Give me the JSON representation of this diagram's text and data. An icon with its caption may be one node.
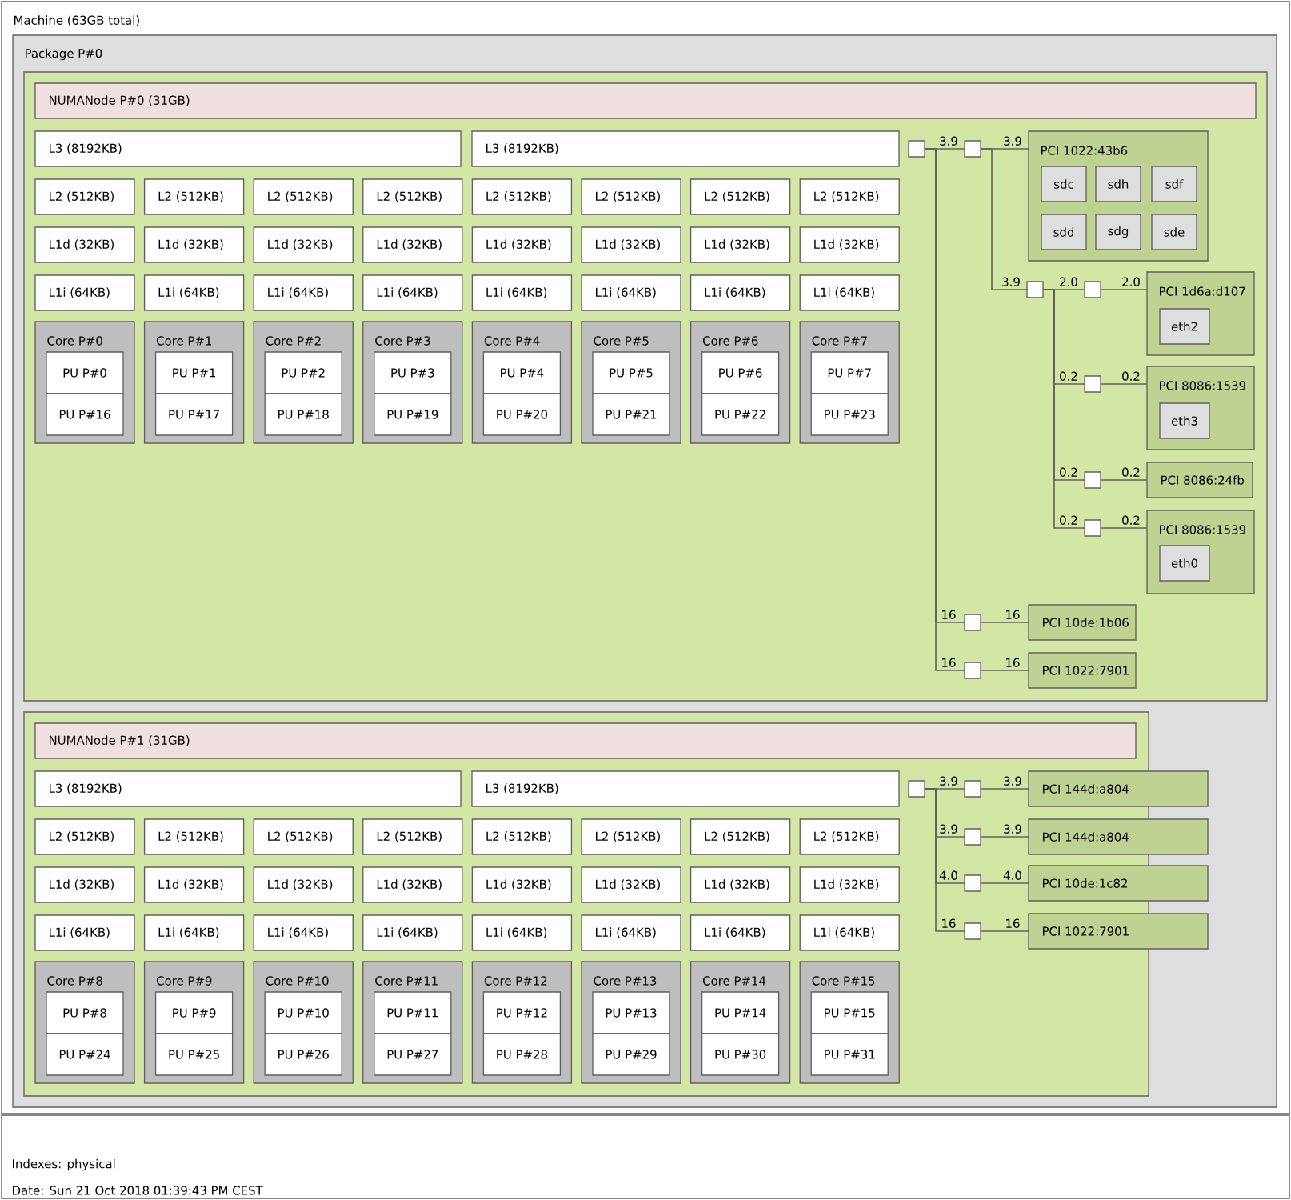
{
  "diagram": {
    "nodes": [
      {
        "text": [
          "Machine (63GB total)"
        ]
      },
      {
        "text": [
          "Package P#0"
        ],
        "in": 0
      },
      {
        "text": [],
        "shape": "box",
        "in": 1
      },
      {
        "text": [
          "NUMANode P#0 (31GB)"
        ],
        "in": 2
      },
      {
        "text": [
          "L3 (8192KB)"
        ],
        "in": 2
      },
      {
        "text": [
          "L3 (8192KB)"
        ],
        "in": 2
      },
      {
        "text": [
          "L2 (512KB)"
        ],
        "in": 2
      },
      {
        "text": [
          "L2 (512KB)"
        ],
        "in": 2
      },
      {
        "text": [
          "L2 (512KB)"
        ],
        "in": 2
      },
      {
        "text": [
          "L2 (512KB)"
        ],
        "in": 2
      },
      {
        "text": [
          "L2 (512KB)"
        ],
        "in": 2
      },
      {
        "text": [
          "L2 (512KB)"
        ],
        "in": 2
      },
      {
        "text": [
          "L2 (512KB)"
        ],
        "in": 2
      },
      {
        "text": [
          "L2 (512KB)"
        ],
        "in": 2
      },
      {
        "text": [
          "L1d (32KB)"
        ],
        "in": 2
      },
      {
        "text": [
          "L1d (32KB)"
        ],
        "in": 2
      },
      {
        "text": [
          "L1d (32KB)"
        ],
        "in": 2
      },
      {
        "text": [
          "L1d (32KB)"
        ],
        "in": 2
      },
      {
        "text": [
          "L1d (32KB)"
        ],
        "in": 2
      },
      {
        "text": [
          "L1d (32KB)"
        ],
        "in": 2
      },
      {
        "text": [
          "L1d (32KB)"
        ],
        "in": 2
      },
      {
        "text": [
          "L1d (32KB)"
        ],
        "in": 2
      },
      {
        "text": [
          "L1i (64KB)"
        ],
        "in": 2
      },
      {
        "text": [
          "L1i (64KB)"
        ],
        "in": 2
      },
      {
        "text": [
          "L1i (64KB)"
        ],
        "in": 2
      },
      {
        "text": [
          "L1i (64KB)"
        ],
        "in": 2
      },
      {
        "text": [
          "L1i (64KB)"
        ],
        "in": 2
      },
      {
        "text": [
          "L1i (64KB)"
        ],
        "in": 2
      },
      {
        "text": [
          "L1i (64KB)"
        ],
        "in": 2
      },
      {
        "text": [
          "L1i (64KB)"
        ],
        "in": 2
      },
      {
        "text": [
          "Core P#0"
        ],
        "in": 2
      },
      {
        "text": [
          "PU P#0"
        ],
        "in": 30
      },
      {
        "text": [
          "PU P#16"
        ],
        "in": 30
      },
      {
        "text": [
          "Core P#1"
        ],
        "in": 2
      },
      {
        "text": [
          "PU P#1"
        ],
        "in": 33
      },
      {
        "text": [
          "PU P#17"
        ],
        "in": 33
      },
      {
        "text": [
          "Core P#2"
        ],
        "in": 2
      },
      {
        "text": [
          "PU P#2"
        ],
        "in": 36
      },
      {
        "text": [
          "PU P#18"
        ],
        "in": 36
      },
      {
        "text": [
          "Core P#3"
        ],
        "in": 2
      },
      {
        "text": [
          "PU P#3"
        ],
        "in": 39
      },
      {
        "text": [
          "PU P#19"
        ],
        "in": 39
      },
      {
        "text": [
          "Core P#4"
        ],
        "in": 2
      },
      {
        "text": [
          "PU P#4"
        ],
        "in": 42
      },
      {
        "text": [
          "PU P#20"
        ],
        "in": 42
      },
      {
        "text": [
          "Core P#5"
        ],
        "in": 2
      },
      {
        "text": [
          "PU P#5"
        ],
        "in": 45
      },
      {
        "text": [
          "PU P#21"
        ],
        "in": 45
      },
      {
        "text": [
          "Core P#6"
        ],
        "in": 2
      },
      {
        "text": [
          "PU P#6"
        ],
        "in": 48
      },
      {
        "text": [
          "PU P#22"
        ],
        "in": 48
      },
      {
        "text": [
          "Core P#7"
        ],
        "in": 2
      },
      {
        "text": [
          "PU P#7"
        ],
        "in": 51
      },
      {
        "text": [
          "PU P#23"
        ],
        "in": 51
      },
      {
        "text": [],
        "shape": "box",
        "in": 2
      },
      {
        "text": [],
        "shape": "box",
        "in": 2
      },
      {
        "text": [
          "PCI 1022:43b6"
        ],
        "in": 2
      },
      {
        "text": [
          "sdc"
        ],
        "in": 56
      },
      {
        "text": [
          "sdh"
        ],
        "in": 56
      },
      {
        "text": [
          "sdf"
        ],
        "in": 56
      },
      {
        "text": [
          "sdd"
        ],
        "in": 56
      },
      {
        "text": [
          "sdg"
        ],
        "in": 56
      },
      {
        "text": [
          "sde"
        ],
        "in": 56
      },
      {
        "text": [],
        "shape": "box",
        "in": 2
      },
      {
        "text": [],
        "shape": "box",
        "in": 2
      },
      {
        "text": [
          "PCI 1d6a:d107"
        ],
        "in": 2
      },
      {
        "text": [
          "eth2"
        ],
        "in": 65
      },
      {
        "text": [],
        "shape": "box",
        "in": 2
      },
      {
        "text": [
          "PCI 8086:1539"
        ],
        "in": 2
      },
      {
        "text": [
          "eth3"
        ],
        "in": 68
      },
      {
        "text": [],
        "shape": "box",
        "in": 2
      },
      {
        "text": [
          "PCI 8086:24fb"
        ],
        "in": 2
      },
      {
        "text": [],
        "shape": "box",
        "in": 2
      },
      {
        "text": [
          "PCI 8086:1539"
        ],
        "in": 2
      },
      {
        "text": [
          "eth0"
        ],
        "in": 73
      },
      {
        "text": [],
        "shape": "box",
        "in": 2
      },
      {
        "text": [
          "PCI 10de:1b06"
        ],
        "in": 2
      },
      {
        "text": [],
        "shape": "box",
        "in": 2
      },
      {
        "text": [
          "PCI 1022:7901"
        ],
        "in": 2
      },
      {
        "text": [],
        "shape": "box",
        "in": 1
      },
      {
        "text": [
          "NUMANode P#1 (31GB)"
        ],
        "in": 79
      },
      {
        "text": [
          "L3 (8192KB)"
        ],
        "in": 79
      },
      {
        "text": [
          "L3 (8192KB)"
        ],
        "in": 79
      },
      {
        "text": [
          "L2 (512KB)"
        ],
        "in": 79
      },
      {
        "text": [
          "L2 (512KB)"
        ],
        "in": 79
      },
      {
        "text": [
          "L2 (512KB)"
        ],
        "in": 79
      },
      {
        "text": [
          "L2 (512KB)"
        ],
        "in": 79
      },
      {
        "text": [
          "L2 (512KB)"
        ],
        "in": 79
      },
      {
        "text": [
          "L2 (512KB)"
        ],
        "in": 79
      },
      {
        "text": [
          "L2 (512KB)"
        ],
        "in": 79
      },
      {
        "text": [
          "L2 (512KB)"
        ],
        "in": 79
      },
      {
        "text": [
          "L1d (32KB)"
        ],
        "in": 79
      },
      {
        "text": [
          "L1d (32KB)"
        ],
        "in": 79
      },
      {
        "text": [
          "L1d (32KB)"
        ],
        "in": 79
      },
      {
        "text": [
          "L1d (32KB)"
        ],
        "in": 79
      },
      {
        "text": [
          "L1d (32KB)"
        ],
        "in": 79
      },
      {
        "text": [
          "L1d (32KB)"
        ],
        "in": 79
      },
      {
        "text": [
          "L1d (32KB)"
        ],
        "in": 79
      },
      {
        "text": [
          "L1d (32KB)"
        ],
        "in": 79
      },
      {
        "text": [
          "L1i (64KB)"
        ],
        "in": 79
      },
      {
        "text": [
          "L1i (64KB)"
        ],
        "in": 79
      },
      {
        "text": [
          "L1i (64KB)"
        ],
        "in": 79
      },
      {
        "text": [
          "L1i (64KB)"
        ],
        "in": 79
      },
      {
        "text": [
          "L1i (64KB)"
        ],
        "in": 79
      },
      {
        "text": [
          "L1i (64KB)"
        ],
        "in": 79
      },
      {
        "text": [
          "L1i (64KB)"
        ],
        "in": 79
      },
      {
        "text": [
          "L1i (64KB)"
        ],
        "in": 79
      },
      {
        "text": [
          "Core P#8"
        ],
        "in": 79
      },
      {
        "text": [
          "PU P#8"
        ],
        "in": 107
      },
      {
        "text": [
          "PU P#24"
        ],
        "in": 107
      },
      {
        "text": [
          "Core P#9"
        ],
        "in": 79
      },
      {
        "text": [
          "PU P#9"
        ],
        "in": 110
      },
      {
        "text": [
          "PU P#25"
        ],
        "in": 110
      },
      {
        "text": [
          "Core P#10"
        ],
        "in": 79
      },
      {
        "text": [
          "PU P#10"
        ],
        "in": 113
      },
      {
        "text": [
          "PU P#26"
        ],
        "in": 113
      },
      {
        "text": [
          "Core P#11"
        ],
        "in": 79
      },
      {
        "text": [
          "PU P#11"
        ],
        "in": 116
      },
      {
        "text": [
          "PU P#27"
        ],
        "in": 116
      },
      {
        "text": [
          "Core P#12"
        ],
        "in": 79
      },
      {
        "text": [
          "PU P#12"
        ],
        "in": 119
      },
      {
        "text": [
          "PU P#28"
        ],
        "in": 119
      },
      {
        "text": [
          "Core P#13"
        ],
        "in": 79
      },
      {
        "text": [
          "PU P#13"
        ],
        "in": 122
      },
      {
        "text": [
          "PU P#29"
        ],
        "in": 122
      },
      {
        "text": [
          "Core P#14"
        ],
        "in": 79
      },
      {
        "text": [
          "PU P#14"
        ],
        "in": 125
      },
      {
        "text": [
          "PU P#30"
        ],
        "in": 125
      },
      {
        "text": [
          "Core P#15"
        ],
        "in": 79
      },
      {
        "text": [
          "PU P#15"
        ],
        "in": 128
      },
      {
        "text": [
          "PU P#31"
        ],
        "in": 128
      },
      {
        "text": [],
        "shape": "box",
        "in": 79
      },
      {
        "text": [],
        "shape": "box",
        "in": 79
      },
      {
        "text": [
          "PCI 144d:a804"
        ],
        "in": 79
      },
      {
        "text": [],
        "shape": "box",
        "in": 79
      },
      {
        "text": [
          "PCI 144d:a804"
        ],
        "in": 79
      },
      {
        "text": [],
        "shape": "box",
        "in": 79
      },
      {
        "text": [
          "PCI 10de:1c82"
        ],
        "in": 79
      },
      {
        "text": [],
        "shape": "box",
        "in": 79
      },
      {
        "text": [
          "PCI 1022:7901"
        ],
        "in": 79
      }
    ],
    "edges": [
      {
        "from": 54,
        "to": 55,
        "arrow": "none",
        "label": "3.9"
      },
      {
        "from": 55,
        "to": 56,
        "arrow": "none",
        "label": "3.9"
      },
      {
        "from": 55,
        "to": 63,
        "arrow": "none",
        "label": "3.9"
      },
      {
        "from": 63,
        "to": 64,
        "arrow": "none",
        "label": "2.0"
      },
      {
        "from": 64,
        "to": 65,
        "arrow": "none",
        "label": "2.0"
      },
      {
        "from": 63,
        "to": 67,
        "arrow": "none",
        "label": "0.2"
      },
      {
        "from": 67,
        "to": 68,
        "arrow": "none",
        "label": "0.2"
      },
      {
        "from": 63,
        "to": 70,
        "arrow": "none",
        "label": "0.2"
      },
      {
        "from": 70,
        "to": 71,
        "arrow": "none",
        "label": "0.2"
      },
      {
        "from": 63,
        "to": 72,
        "arrow": "none",
        "label": "0.2"
      },
      {
        "from": 72,
        "to": 73,
        "arrow": "none",
        "label": "0.2"
      },
      {
        "from": 54,
        "to": 75,
        "arrow": "none",
        "label": "16"
      },
      {
        "from": 75,
        "to": 76,
        "arrow": "none",
        "label": "16"
      },
      {
        "from": 54,
        "to": 77,
        "arrow": "none",
        "label": "16"
      },
      {
        "from": 77,
        "to": 78,
        "arrow": "none",
        "label": "16"
      },
      {
        "from": 131,
        "to": 132,
        "arrow": "none",
        "label": "3.9"
      },
      {
        "from": 132,
        "to": 133,
        "arrow": "none",
        "label": "3.9"
      },
      {
        "from": 131,
        "to": 134,
        "arrow": "none",
        "label": "3.9"
      },
      {
        "from": 134,
        "to": 135,
        "arrow": "none",
        "label": "3.9"
      },
      {
        "from": 131,
        "to": 136,
        "arrow": "none",
        "label": "4.0"
      },
      {
        "from": 136,
        "to": 137,
        "arrow": "none",
        "label": "4.0"
      },
      {
        "from": 131,
        "to": 138,
        "arrow": "none",
        "label": "16"
      },
      {
        "from": 138,
        "to": 139,
        "arrow": "none",
        "label": "16"
      }
    ],
    "labels": [
      "Indexes: physical",
      "Date: Sun 21 Oct 2018 01:39:43 PM CEST"
    ]
  }
}
